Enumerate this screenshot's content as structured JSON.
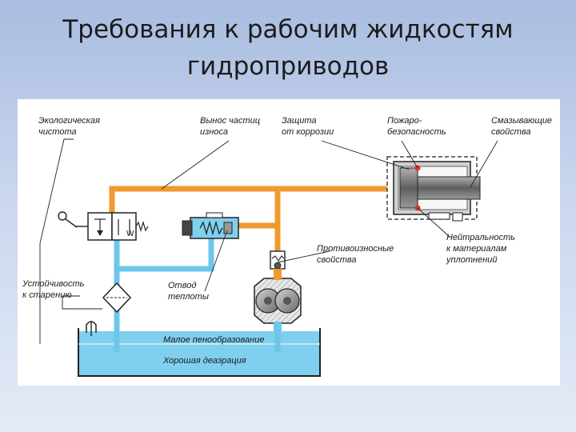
{
  "title": {
    "line1": "Требования к рабочим жидкостям",
    "line2": "гидроприводов"
  },
  "labels": {
    "ecology": [
      "Экологическая",
      "чистота"
    ],
    "wear": [
      "Вынос частиц",
      "износа"
    ],
    "corrosion": [
      "Защита",
      "от коррозии"
    ],
    "fire": [
      "Пожаро-",
      "безопасность"
    ],
    "lubricating": [
      "Смазывающие",
      "свойства"
    ],
    "neutrality": [
      "Нейтральность",
      "к материалам",
      "уплотнений"
    ],
    "antiwear": [
      "Противоизносные",
      "свойства"
    ],
    "aging": [
      "Устойчивость",
      "к старению"
    ],
    "heat": [
      "Отвод",
      "теплоты"
    ],
    "foam": "Малое пенообразование",
    "deaeration": "Хорошая деаэрация",
    "spring_mark": "W"
  },
  "colors": {
    "pressure_line": "#ef9a2e",
    "drain_line": "#6cc6ea",
    "tank_fluid": "#7fd0ee",
    "cylinder_body": "#cfcfcf",
    "piston_rod": "#7a7a7a",
    "seal": "#e0322a"
  }
}
